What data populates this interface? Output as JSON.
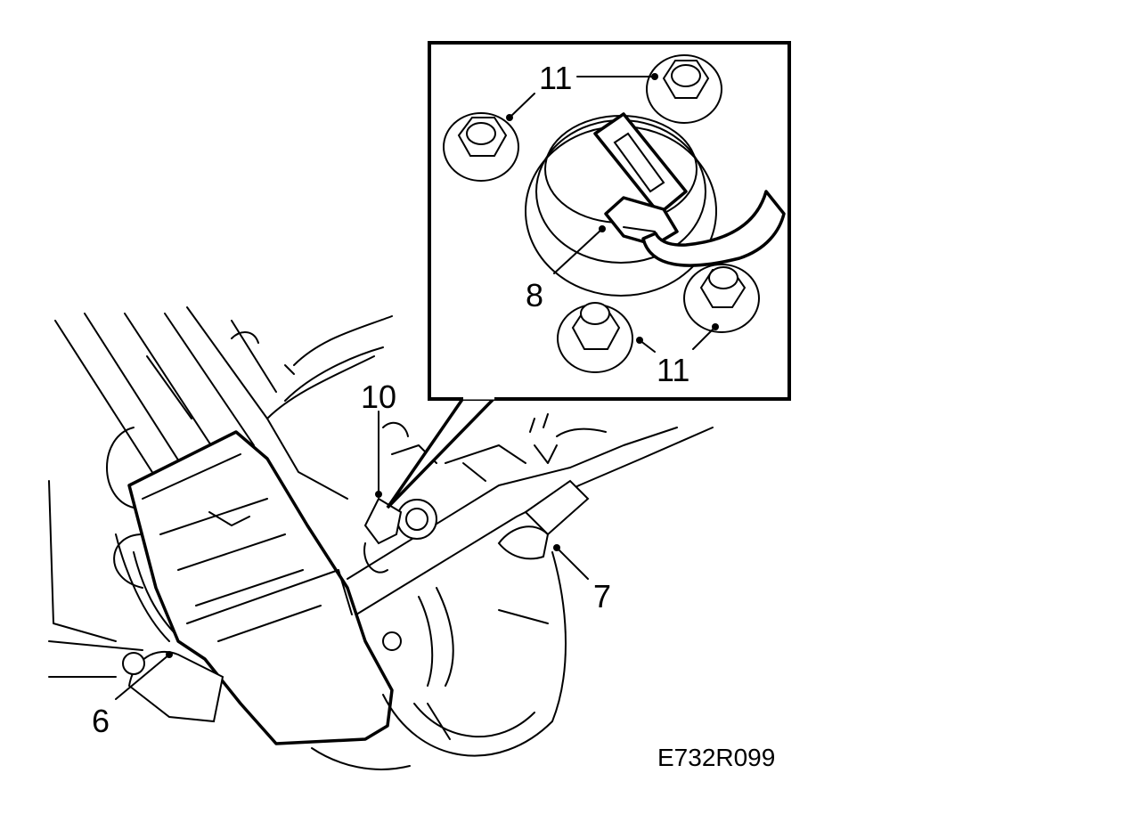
{
  "labels": {
    "l6": "6",
    "l7": "7",
    "l8": "8",
    "l10": "10",
    "l11_top": "11",
    "l11_bottom": "11"
  },
  "figure_code": "E732R099"
}
